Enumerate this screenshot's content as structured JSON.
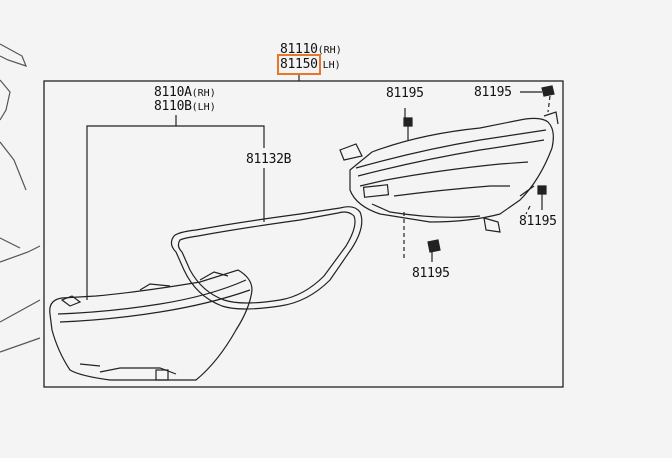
{
  "assembly": {
    "rh_part": "81110",
    "rh_suffix": "(RH)",
    "lh_part": "81150",
    "lh_suffix": "LH)",
    "highlight_color": "#e8752c"
  },
  "unit": {
    "rh_part": "8110A",
    "rh_suffix": "(RH)",
    "lh_part": "8110B",
    "lh_suffix": "(LH)"
  },
  "gasket": {
    "part": "81132B"
  },
  "bolts": {
    "top_center": "81195",
    "top_right": "81195",
    "right": "81195",
    "bottom": "81195"
  }
}
